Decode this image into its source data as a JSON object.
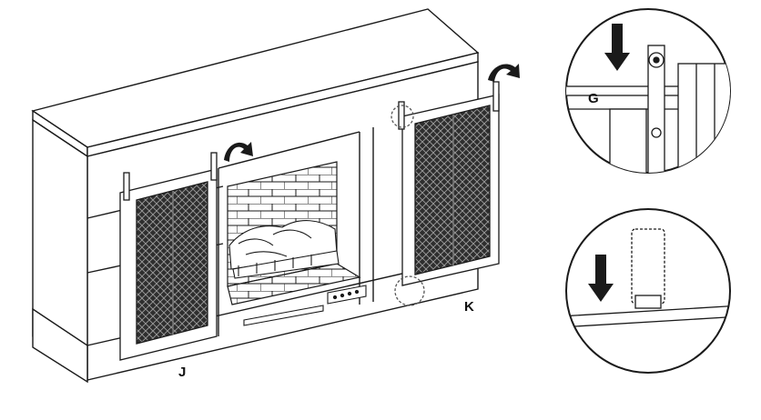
{
  "labels": {
    "door_left": "J",
    "door_right": "K",
    "detail_top": "G"
  },
  "colors": {
    "line": "#1a1a1a",
    "shade": "#6b6b6b",
    "mesh": "#3a3a3a",
    "background": "#ffffff"
  },
  "icons": {
    "rotate_arrow": "curved-arrow-icon",
    "down_arrow": "down-arrow-icon"
  }
}
